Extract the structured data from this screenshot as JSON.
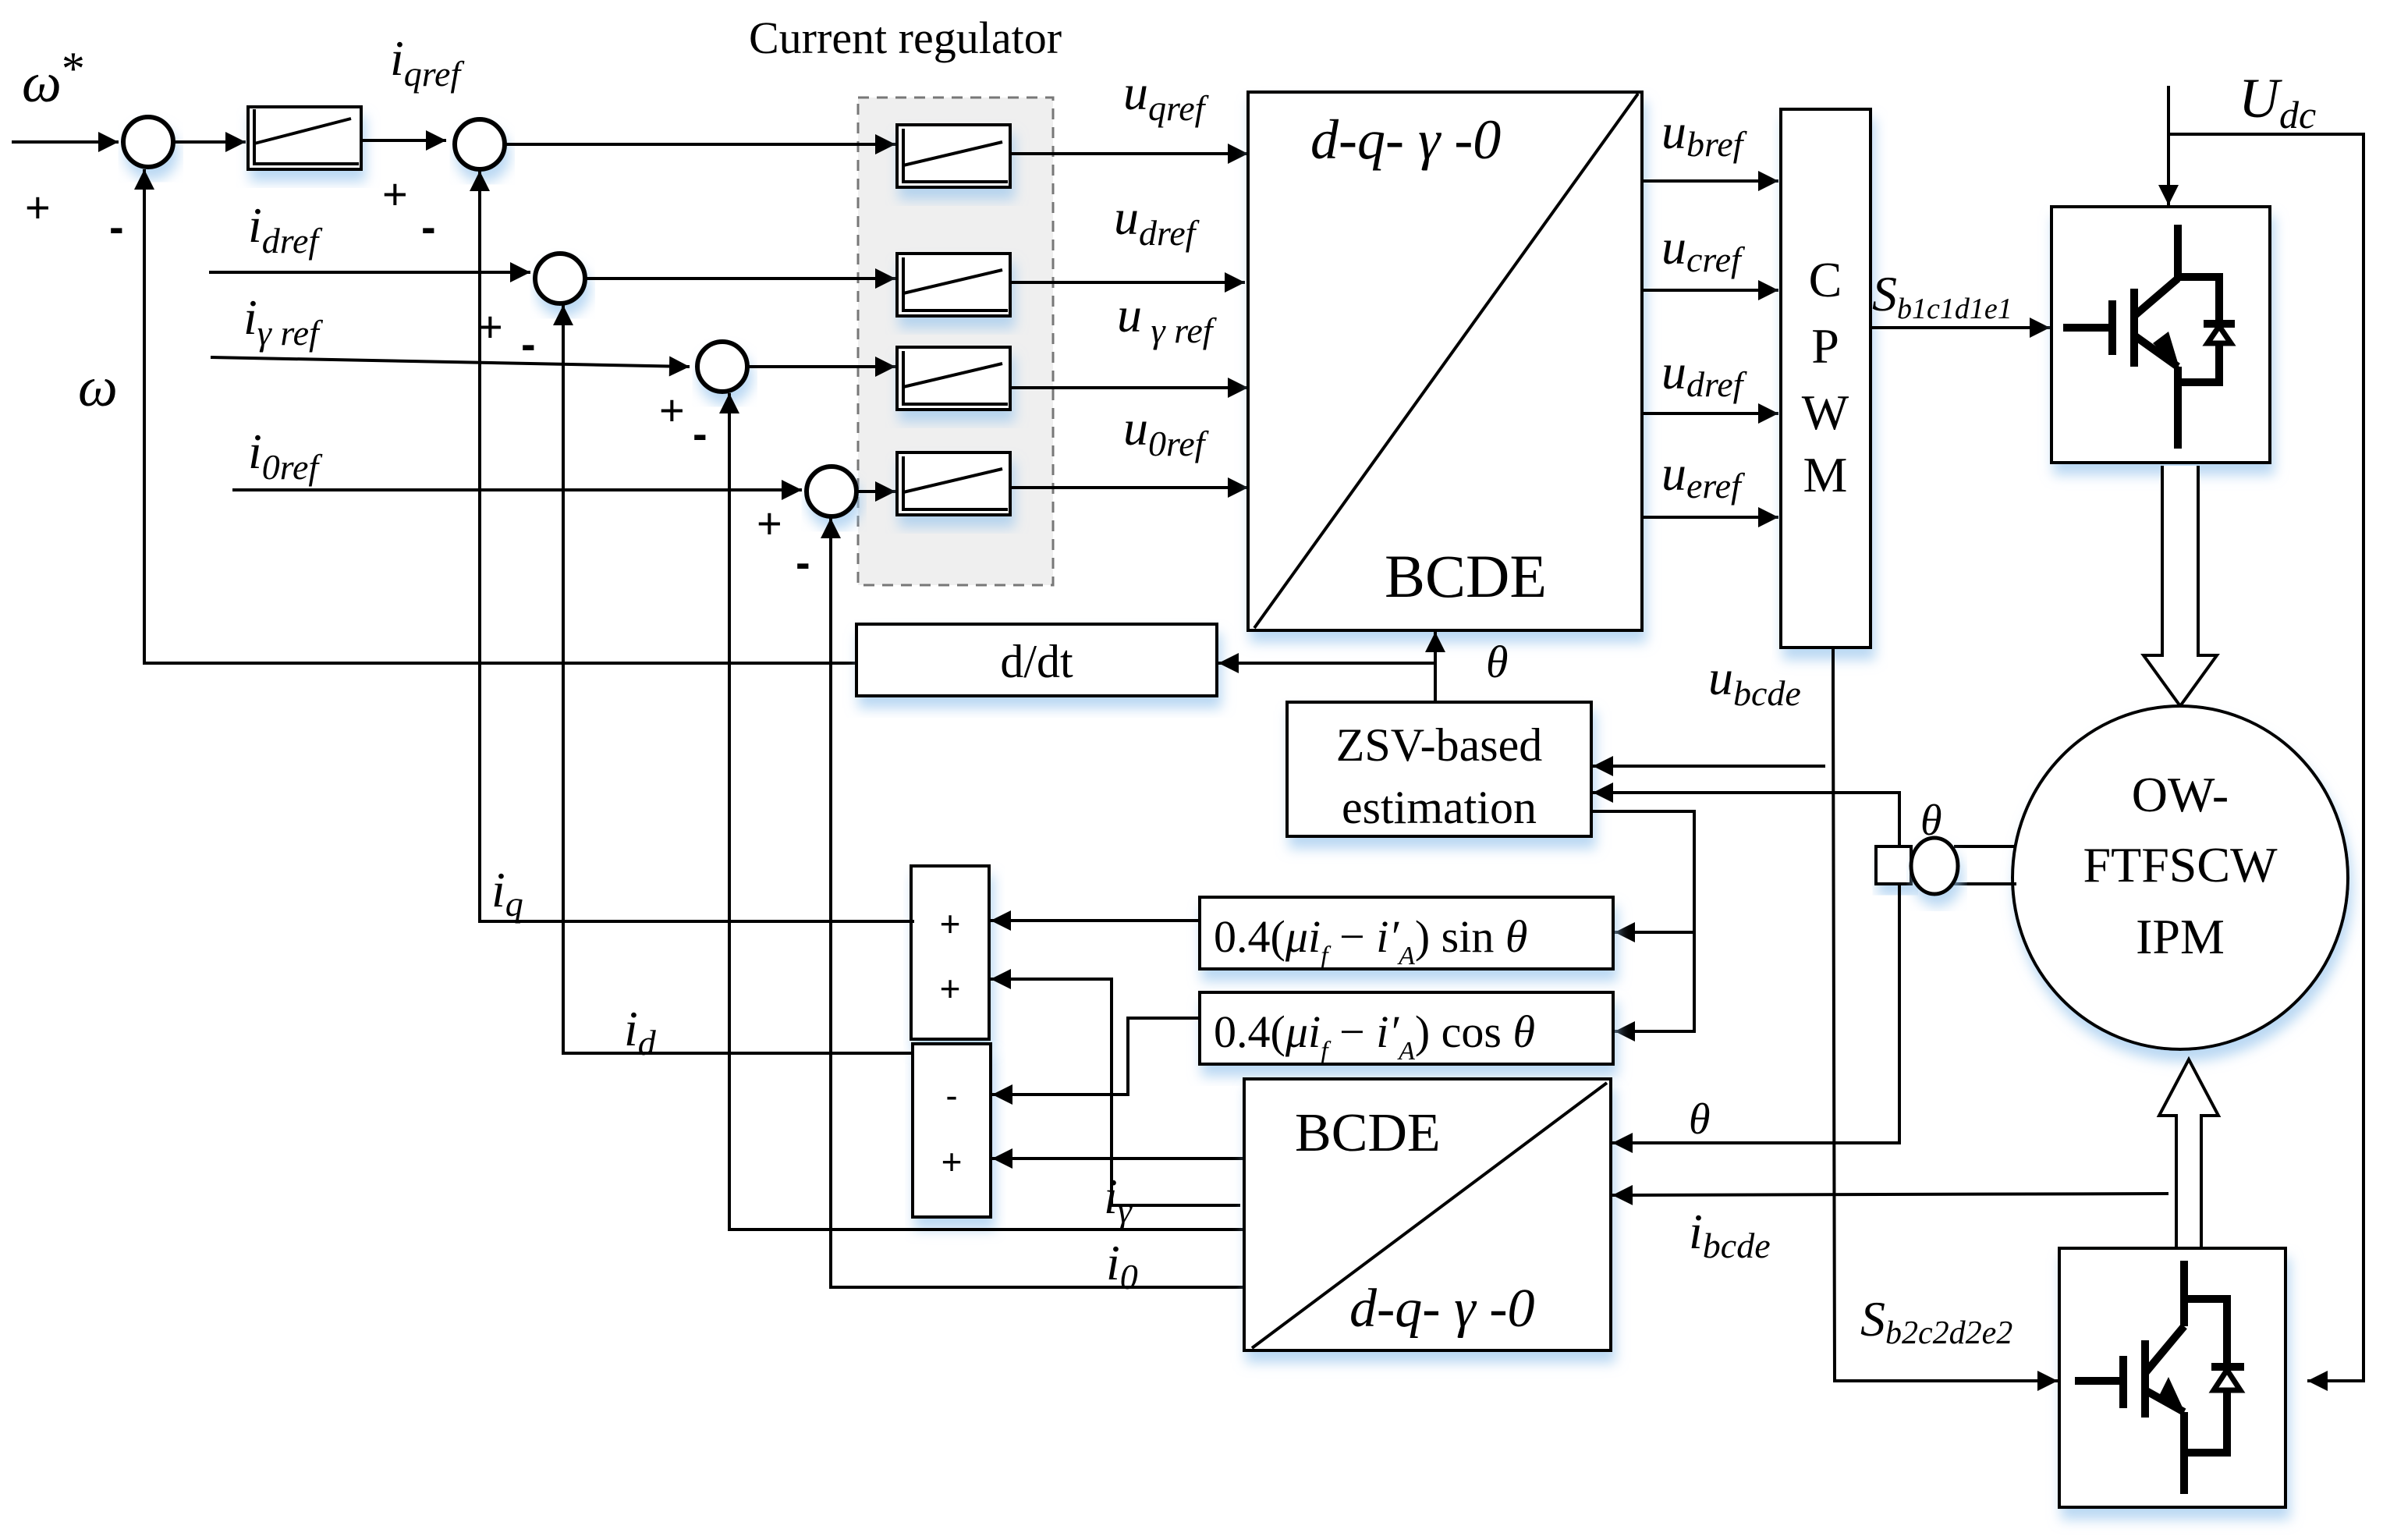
{
  "title": "Current regulator",
  "inputs": {
    "speed_ref": {
      "base": "ω",
      "sup": "*"
    },
    "speed_fb": {
      "base": "ω"
    },
    "iqref": {
      "base": "i",
      "sub": "qref"
    },
    "idref": {
      "base": "i",
      "sub": "dref"
    },
    "igref": {
      "base": "i",
      "sub": "γ ref"
    },
    "i0ref": {
      "base": "i",
      "sub": "0ref"
    }
  },
  "signs": {
    "plus": "+",
    "minus": "-"
  },
  "regulator_outputs": [
    {
      "base": "u",
      "sub": "qref"
    },
    {
      "base": "u",
      "sub": "dref"
    },
    {
      "base": "u",
      "sub": " γ ref"
    },
    {
      "base": "u",
      "sub": "0ref"
    }
  ],
  "inverse_transform": {
    "top": "d-q- γ -0",
    "bottom": "BCDE"
  },
  "phase_refs": [
    {
      "base": "u",
      "sub": "bref"
    },
    {
      "base": "u",
      "sub": "cref"
    },
    {
      "base": "u",
      "sub": "dref"
    },
    {
      "base": "u",
      "sub": "eref"
    }
  ],
  "cpwm": [
    "C",
    "P",
    "W",
    "M"
  ],
  "switch_signal_1": {
    "base": "S",
    "sub": "b1c1d1e1"
  },
  "switch_signal_2": {
    "base": "S",
    "sub": "b2c2d2e2"
  },
  "dc_voltage": {
    "base": "U",
    "sub": "dc"
  },
  "derivative_block": "d/dt",
  "theta": "θ",
  "voltage_feedback": {
    "base": "u",
    "sub": "bcde"
  },
  "estimator": {
    "line1": "ZSV-based",
    "line2": "estimation"
  },
  "comp_sin": {
    "prefix": "0.4(",
    "mu": "μ",
    "i": "i",
    "f": "f",
    "minus": " − ",
    "iA": "i′",
    "A": "A",
    "suffix": ") sin ",
    "theta": "θ"
  },
  "comp_cos": {
    "prefix": "0.4(",
    "mu": "μ",
    "i": "i",
    "f": "f",
    "minus": " − ",
    "iA": "i′",
    "A": "A",
    "suffix": ") cos ",
    "theta": "θ"
  },
  "adder_q": [
    "+",
    "+"
  ],
  "adder_d": [
    "-",
    "+"
  ],
  "feedback": {
    "iq": {
      "base": "i",
      "sub": "q"
    },
    "id": {
      "base": "i",
      "sub": "d"
    },
    "ig": {
      "base": "i",
      "sub": "γ"
    },
    "i0": {
      "base": "i",
      "sub": "0"
    }
  },
  "forward_transform": {
    "top": "BCDE",
    "bottom": "d-q- γ -0"
  },
  "current_feedback": {
    "base": "i",
    "sub": "bcde"
  },
  "motor": {
    "line1": "OW-",
    "line2": "FTFSCW",
    "line3": "IPM"
  }
}
